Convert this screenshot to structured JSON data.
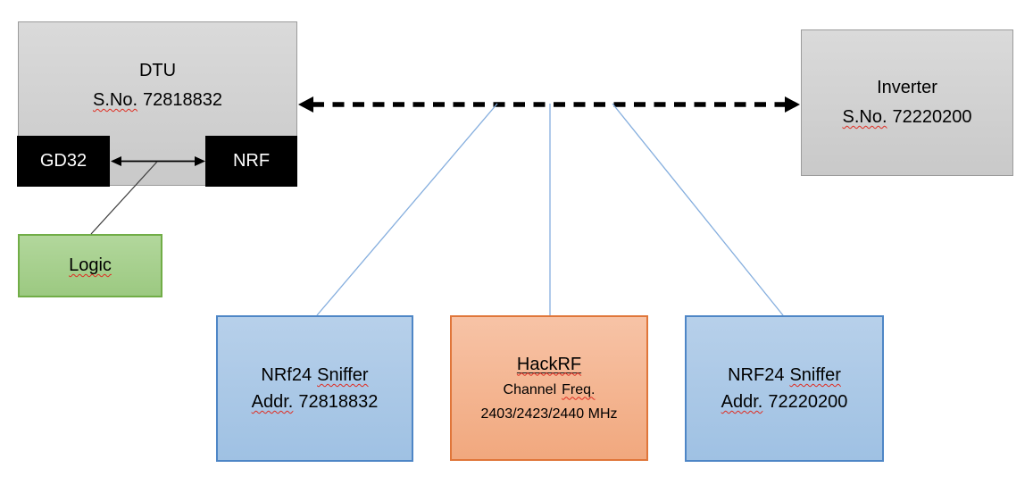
{
  "dtu": {
    "title": "DTU",
    "serial_label": "S.No.",
    "serial_value": "72818832",
    "gd32_label": "GD32",
    "nrf_label": "NRF"
  },
  "inverter": {
    "title": "Inverter",
    "serial_label": "S.No.",
    "serial_value": "72220200"
  },
  "logic": {
    "label": "Logic"
  },
  "sniffer_left": {
    "name": "NRf24",
    "name2": "Sniffer",
    "addr_label": "Addr.",
    "addr_value": "72818832"
  },
  "hackrf": {
    "title": "HackRF",
    "channel_word": "Channel",
    "freq_word": "Freq.",
    "frequencies": "2403/2423/2440 MHz"
  },
  "sniffer_right": {
    "name": "NRF24",
    "name2": "Sniffer",
    "addr_label": "Addr.",
    "addr_value": "72220200"
  },
  "colors": {
    "gray_fill": "#d2d2d2",
    "gray_border": "#9b9b9b",
    "blue_fill": "#a9c7e8",
    "blue_border": "#4e86c6",
    "orange_fill": "#f4b48e",
    "orange_border": "#e0763a",
    "green_fill": "#a9d18e",
    "green_border": "#71ad47",
    "chip_fill": "#000000",
    "connector_blue": "#85aede",
    "squiggle_red": "#e02b20",
    "arrow_black": "#000000"
  }
}
